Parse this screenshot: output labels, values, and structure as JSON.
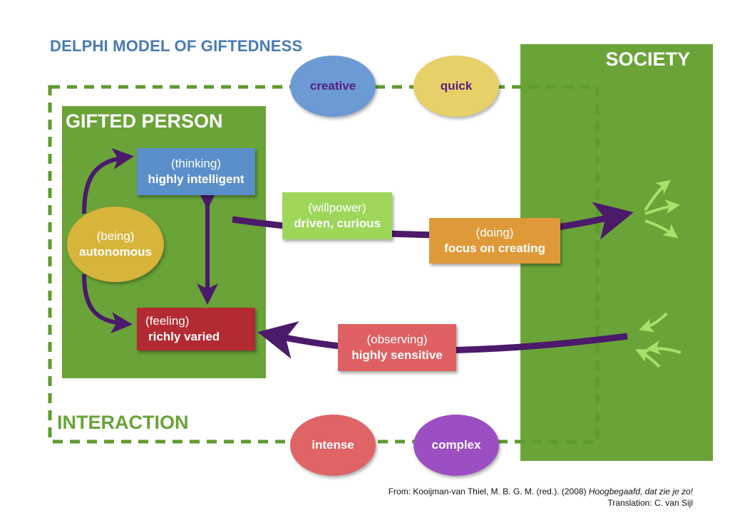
{
  "title": "DELPHI MODEL OF GIFTEDNESS",
  "society": "SOCIETY",
  "gifted_person": "GIFTED PERSON",
  "interaction": "INTERACTION",
  "boxes": {
    "thinking": {
      "sub": "(thinking)",
      "main": "highly intelligent"
    },
    "feeling": {
      "sub": "(feeling)",
      "main": "richly varied"
    },
    "being": {
      "sub": "(being)",
      "main": "autonomous"
    },
    "willpower": {
      "sub": "(willpower)",
      "main": "driven, curious"
    },
    "doing": {
      "sub": "(doing)",
      "main": "focus on creating"
    },
    "observing": {
      "sub": "(observing)",
      "main": "highly sensitive"
    }
  },
  "qualities": {
    "creative": "creative",
    "quick": "quick",
    "intense": "intense",
    "complex": "complex"
  },
  "credit": {
    "line1_prefix": "From: Kooijman-van Thiel, M. B. G. M. (red.). (2008) ",
    "line1_title": "Hoogbegaafd, dat zie je zo!",
    "line2": "Translation: C. van Sijl"
  },
  "colors": {
    "green": "#6aa338",
    "purple_arrow": "#4b1a6b",
    "thinking": "#5b8fc9",
    "feeling": "#b42a32",
    "being": "#d7b43a",
    "willpower": "#9ed65a",
    "doing": "#de9a38",
    "observing": "#df6063",
    "creative": "#6b9ad4",
    "quick": "#e8d068",
    "intense": "#e06366",
    "complex": "#9b4fc2"
  }
}
